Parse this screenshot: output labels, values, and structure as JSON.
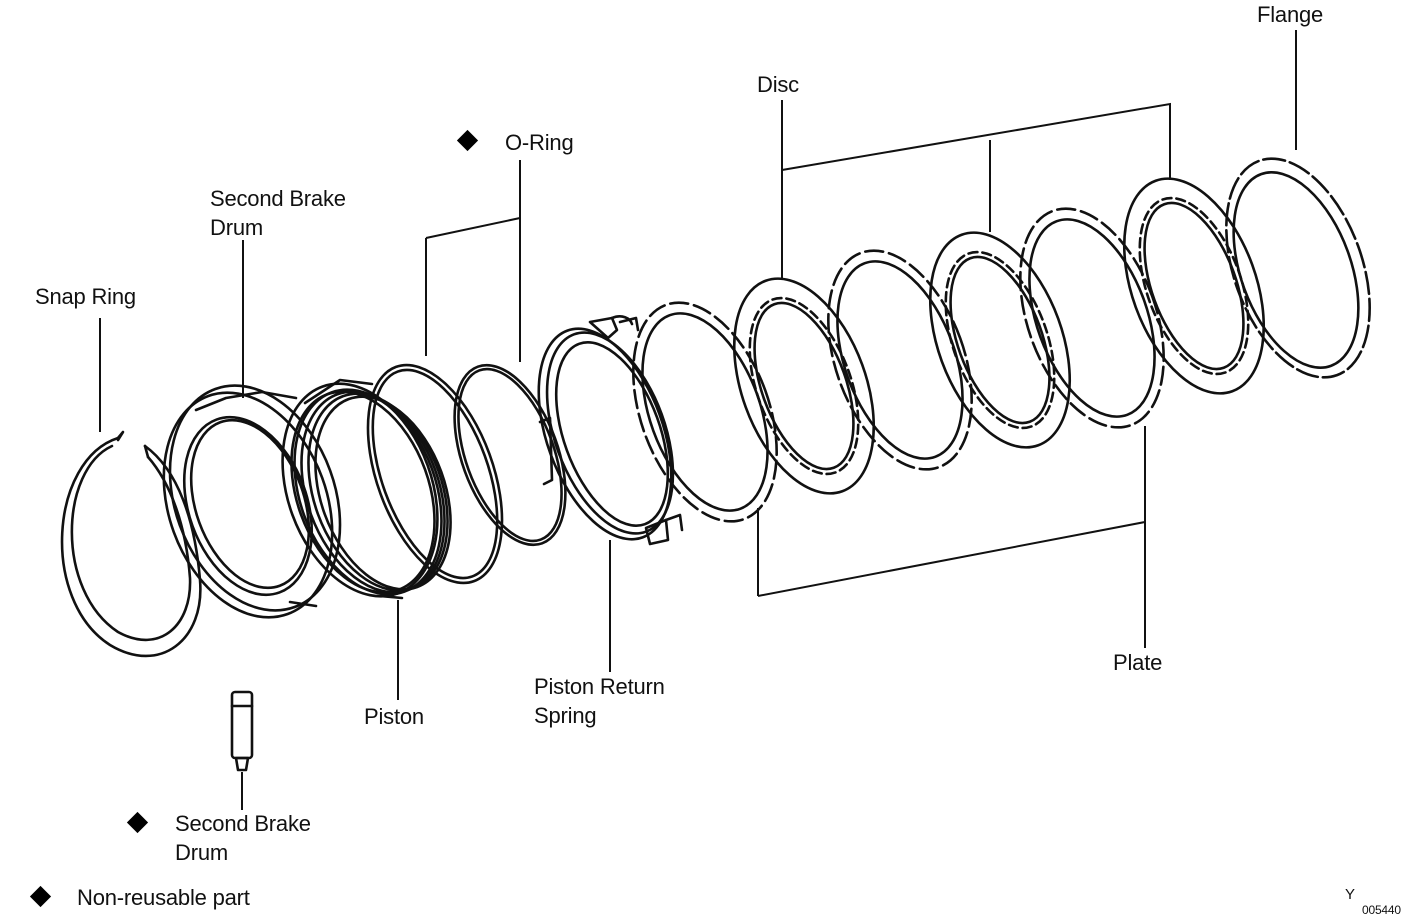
{
  "labels": {
    "flange": "Flange",
    "disc": "Disc",
    "o_ring": "O-Ring",
    "second_brake_drum_top": [
      "Second Brake",
      "Drum"
    ],
    "snap_ring": "Snap Ring",
    "piston": "Piston",
    "piston_return_spring": [
      "Piston Return",
      "Spring"
    ],
    "plate": "Plate",
    "second_brake_drum_bottom": [
      "Second Brake",
      "Drum"
    ]
  },
  "legend": {
    "marker_icon": "diamond-icon",
    "text": "Non-reusable part"
  },
  "corner": {
    "letter": "Y",
    "code": "005440"
  },
  "colors": {
    "line": "#111111",
    "background": "#ffffff"
  }
}
